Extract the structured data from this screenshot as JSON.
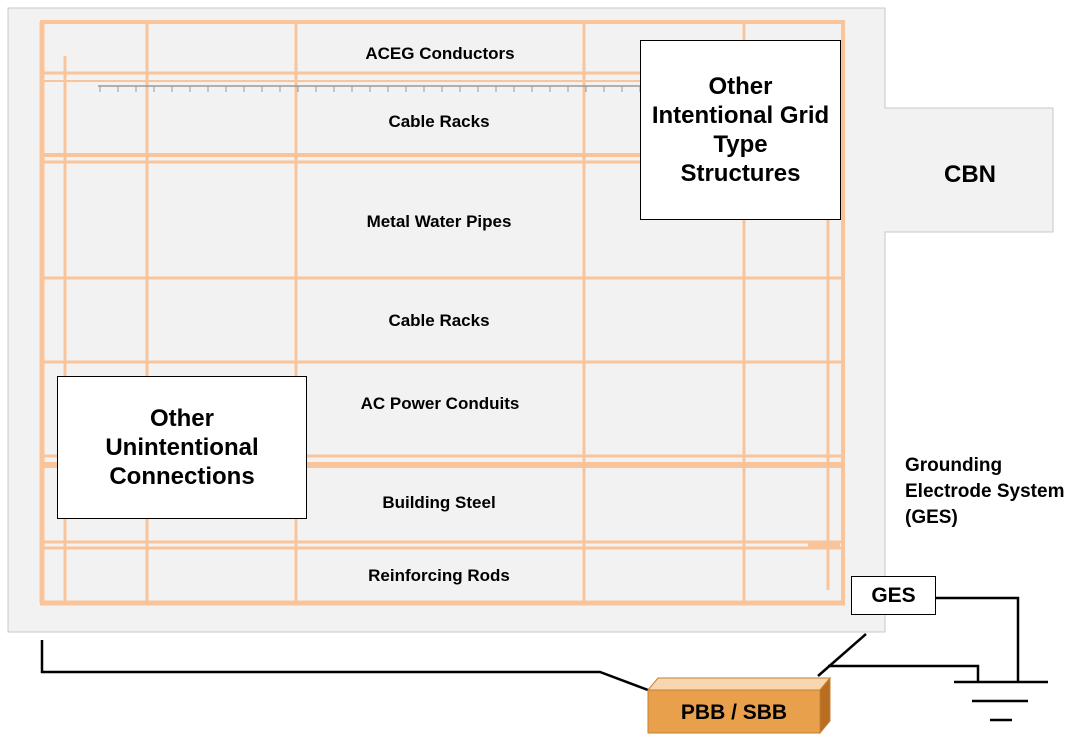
{
  "layers": [
    "ACEG Conductors",
    "Cable Racks",
    "Metal Water Pipes",
    "Cable Racks",
    "AC Power Conduits",
    "Building Steel",
    "Reinforcing Rods"
  ],
  "cbn_label": "CBN",
  "grid_structures_label": "Other Intentional Grid Type Structures",
  "unintentional_label": "Other Unintentional Connections",
  "ges_caption": "Grounding Electrode System (GES)",
  "ges_box_label": "GES",
  "pbb_label": "PBB / SBB",
  "colors": {
    "background_area": "#f2f2f2",
    "grid_lines": "#f9c49a",
    "pbb_top": "#f8d7b0",
    "pbb_front": "#e9a04c",
    "pbb_side": "#b86e1e"
  }
}
